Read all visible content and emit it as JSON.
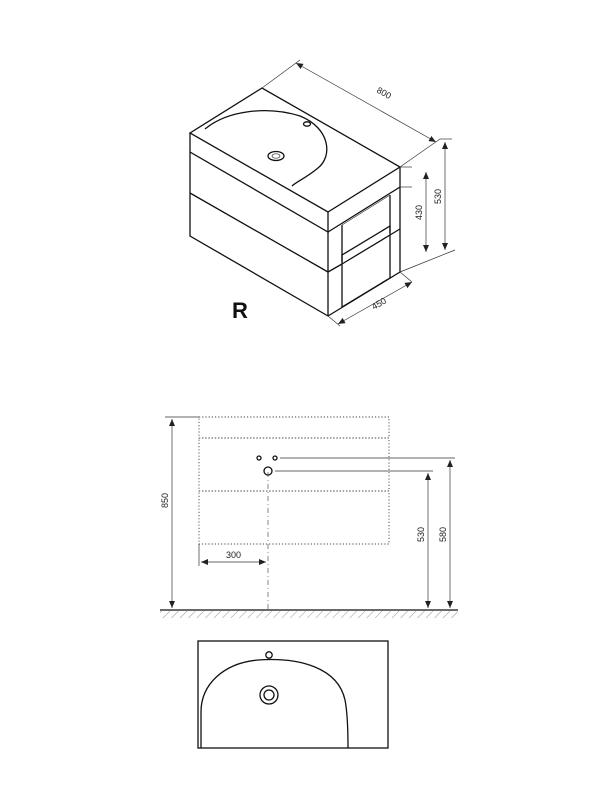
{
  "iso_view": {
    "label_side": "R",
    "dim_width": "800",
    "dim_height_total": "530",
    "dim_height_cabinet": "430",
    "dim_depth": "450"
  },
  "front_view": {
    "dim_total_height": "850",
    "dim_tap_height": "580",
    "dim_drain_height": "530",
    "dim_offset": "300"
  }
}
